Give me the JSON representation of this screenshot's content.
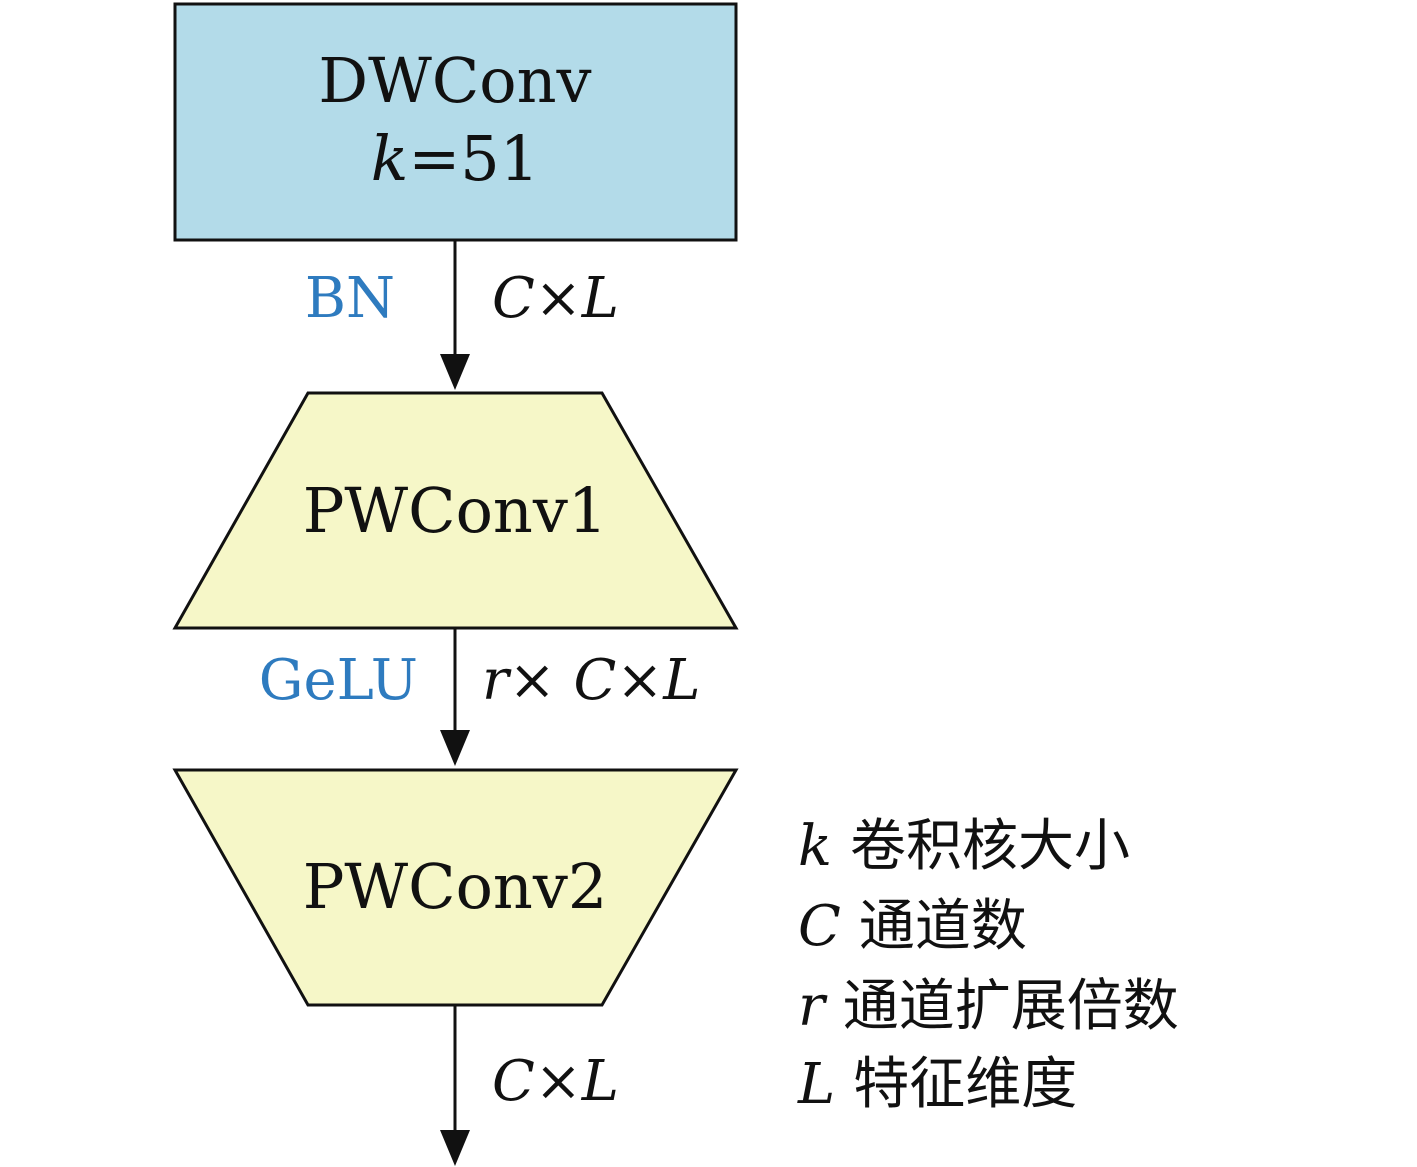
{
  "nodes": {
    "dwconv": {
      "title": "DWConv",
      "param_symbol": "k",
      "param_value": "=51",
      "fill": "#b3dbe9"
    },
    "pwconv1": {
      "title": "PWConv1",
      "fill": "#f6f7c8"
    },
    "pwconv2": {
      "title": "PWConv2",
      "fill": "#f6f7c8"
    }
  },
  "edges": {
    "dw_to_pw1": {
      "activation": "BN",
      "shape": "C×L"
    },
    "pw1_to_pw2": {
      "activation": "GeLU",
      "shape": "r× C×L"
    },
    "pw2_out": {
      "shape": "C×L"
    }
  },
  "colors": {
    "activation_label": "#2e7bbf",
    "stroke": "#111111"
  },
  "legend": [
    {
      "symbol": "k",
      "text": "卷积核大小"
    },
    {
      "symbol": "C",
      "text": "通道数"
    },
    {
      "symbol": "r",
      "text": "通道扩展倍数"
    },
    {
      "symbol": "L",
      "text": "特征维度"
    }
  ]
}
